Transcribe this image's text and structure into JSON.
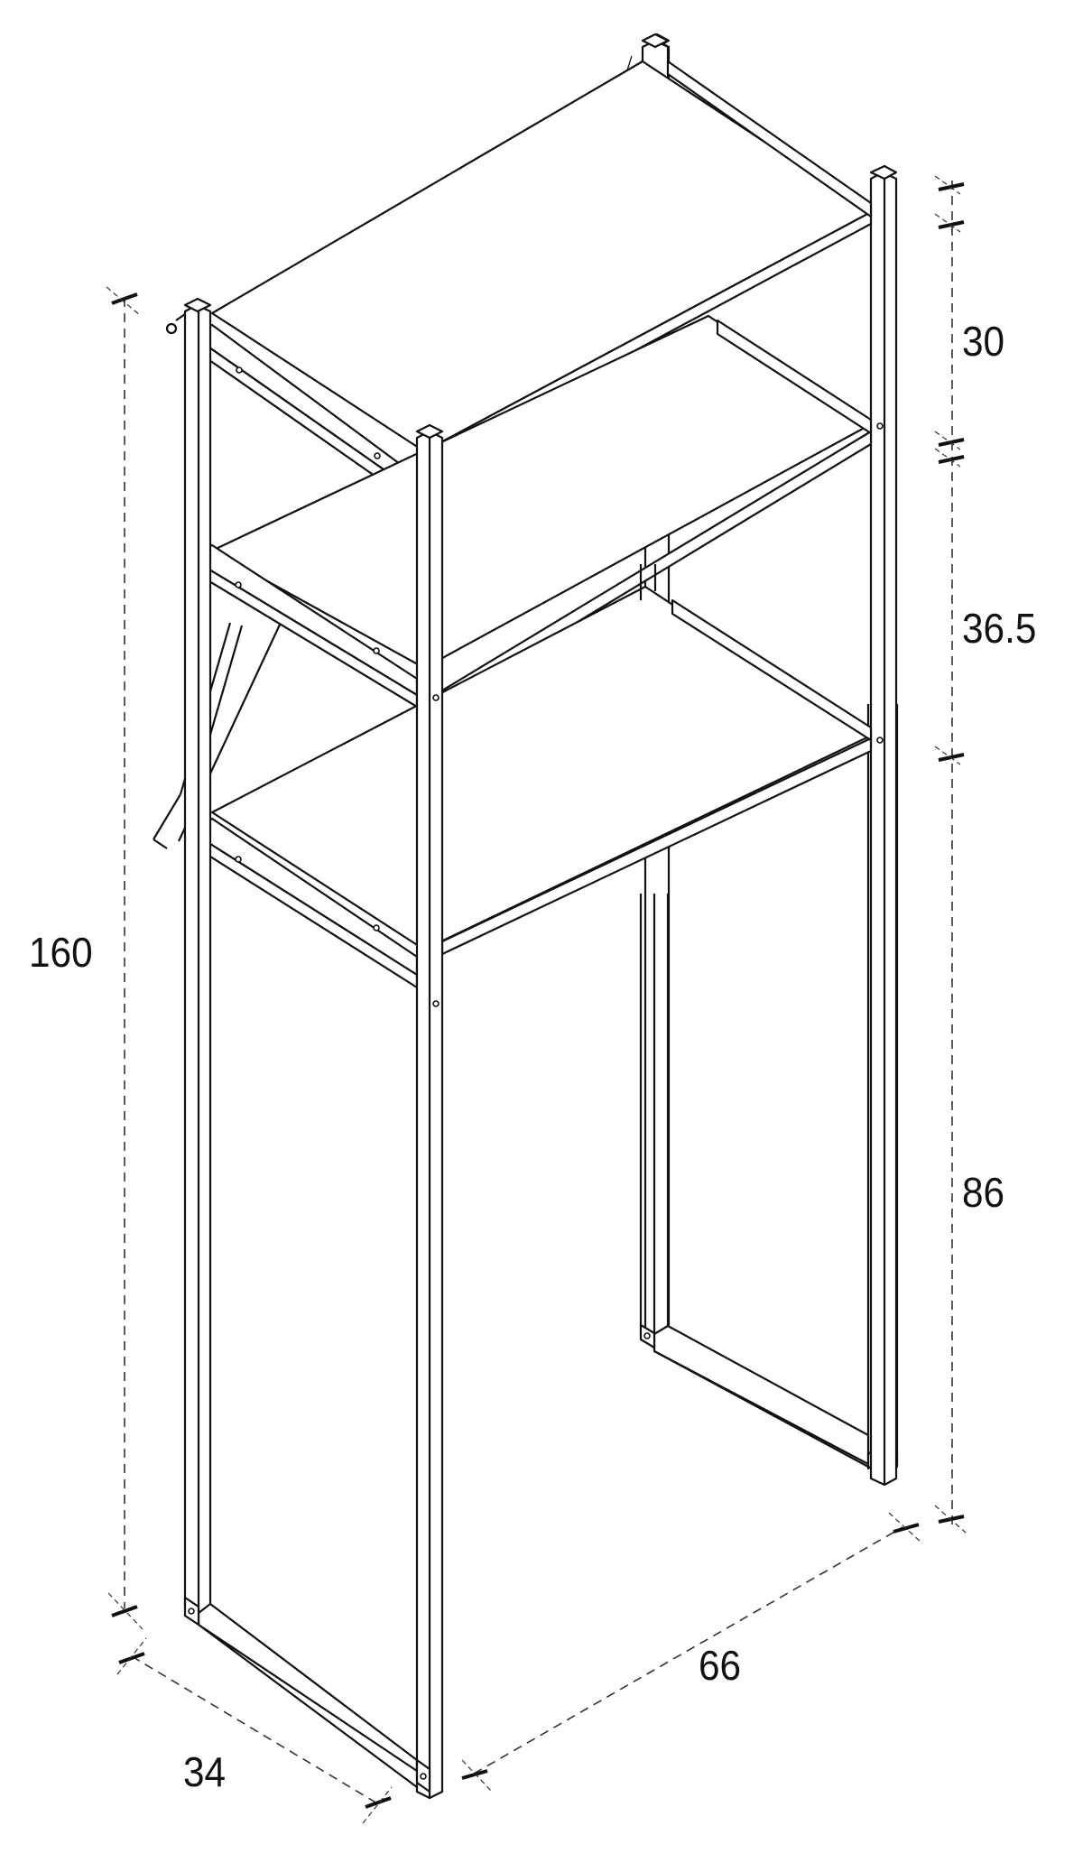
{
  "diagram": {
    "subject": "over-the-toilet / washing machine shelf unit",
    "units": "cm",
    "dimensions": {
      "total_height": "160",
      "top_shelf_spacing": "30",
      "middle_shelf_spacing": "36.5",
      "bottom_clearance": "86",
      "depth": "34",
      "width": "66"
    },
    "shelf_count": 3,
    "line_color": "#111111",
    "background": "#ffffff"
  }
}
